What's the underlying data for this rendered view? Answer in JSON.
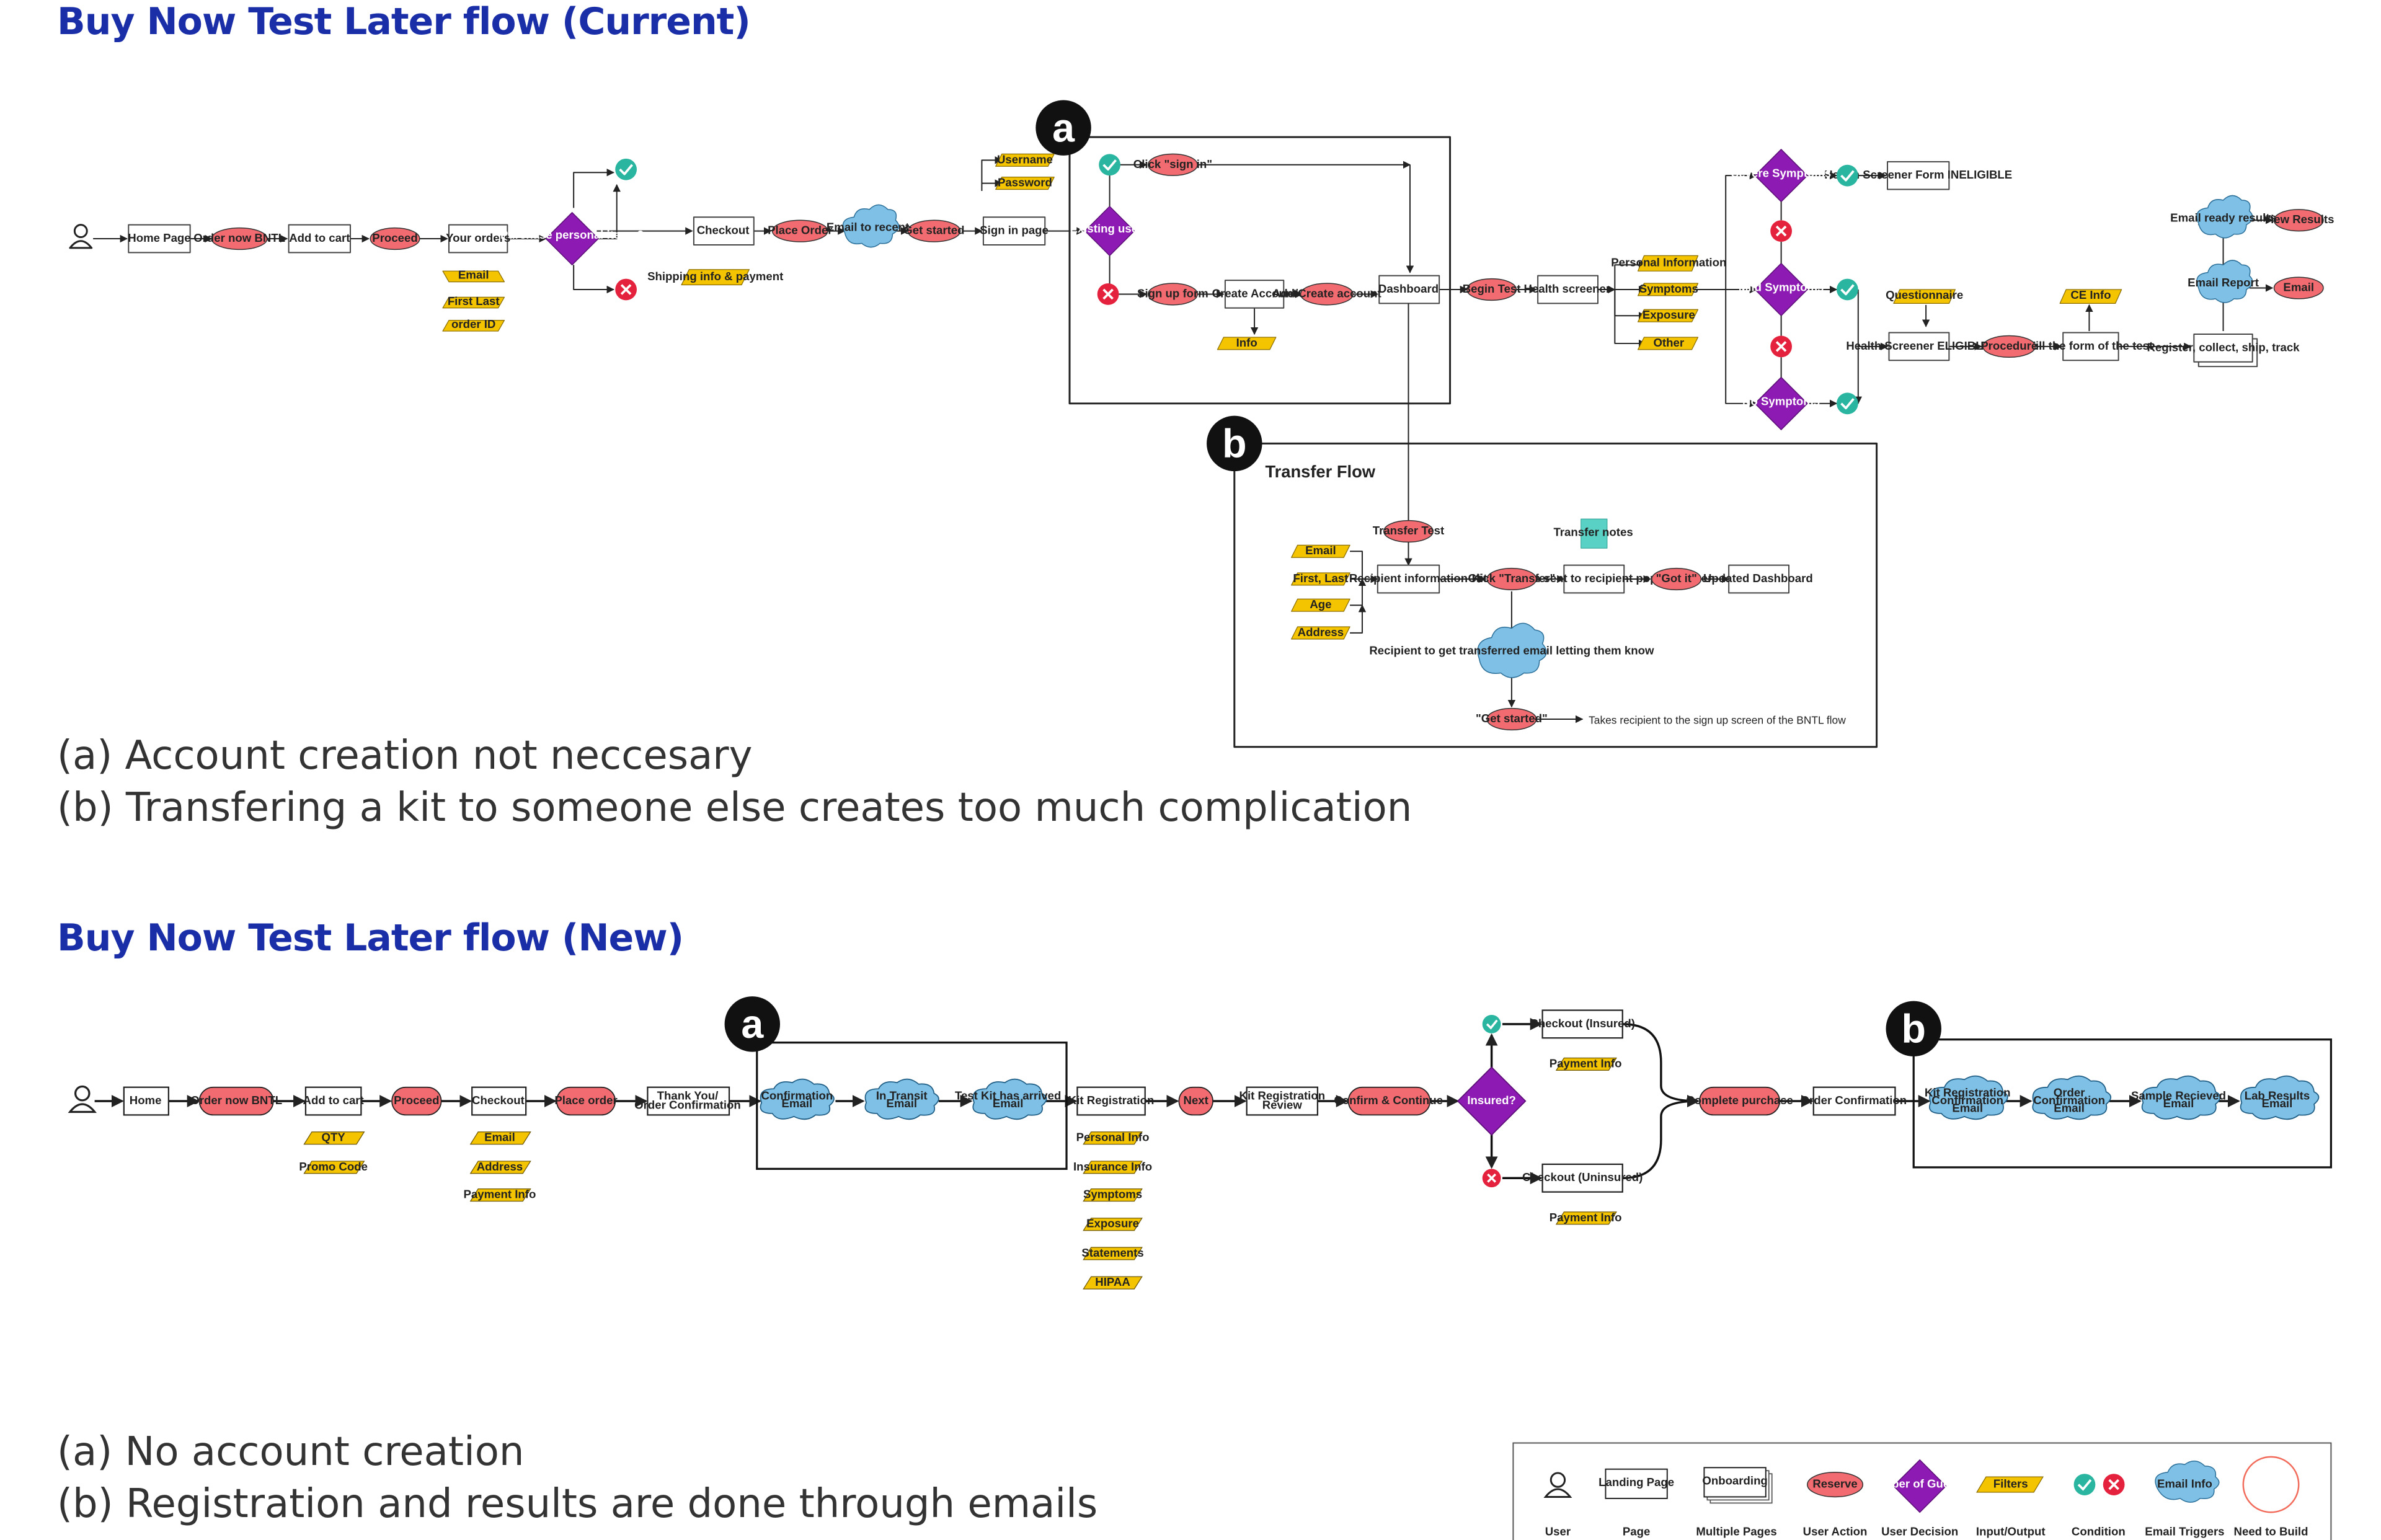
{
  "current": {
    "title": "Buy Now Test Later flow (Current)",
    "markers": {
      "a": "a",
      "b": "b"
    },
    "transfer_title": "Transfer Flow",
    "transfer_note": "Takes recipient to the sign up screen of the BNTL flow",
    "notes": [
      "(a) Account creation not neccesary",
      "(b) Transfering a kit to someone else creates too much complication"
    ],
    "nodes": {
      "home": "Home Page",
      "order_now": "Order now BNTL",
      "add_to_cart": "Add to cart",
      "proceed": "Proceed",
      "your_orders": "Your orders",
      "purchase_decision": "Purchase personal items?",
      "email": "Email",
      "first_last": "First Last",
      "order_id": "order ID",
      "checkout": "Checkout",
      "shipping": "Shipping info & payment",
      "place_order": "Place Order",
      "email_sent": "Email to recent",
      "get_started": "Get started",
      "sign_in": "Sign in page",
      "username": "Username",
      "password": "Password",
      "existing_user": "Existing user?",
      "click_sign_in": "Click \"sign in\"",
      "sign_up": "Sign up form",
      "create_account": "Create Account",
      "info": "Info",
      "add_account": "Add/Create account",
      "dashboard": "Dashboard",
      "begin_test": "Begin Test",
      "health_screener": "Health screener",
      "personal_info": "Personal Information",
      "symptoms": "Symptoms",
      "exposure": "Exposure",
      "other": "Other",
      "severe": "Severe Symptoms",
      "mild": "Mild Symptoms",
      "no_symptoms": "No Symptoms",
      "hs_ineligible": "Health Screener Form INELIGIBLE",
      "questionnaire": "Questionnaire",
      "hs_eligible": "Health Screener ELIGIBLE",
      "procedure": "Procedure",
      "ce_info": "CE Info",
      "fill_form": "Fill the form of the test",
      "register": "Register, collect, ship, track",
      "email_ready": "Email ready results",
      "view_results": "View Results",
      "email_report": "Email Report",
      "email_btn": "Email",
      "transfer_test": "Transfer Test",
      "recipient_info": "Recipient information",
      "t_email": "Email",
      "t_first_last": "First, Last",
      "t_age": "Age",
      "t_address": "Address",
      "click_transfer": "Click \"Transfer\"",
      "kit_popup": "Kit has been sent to recipient pop up screen",
      "sticky": "Transfer notes",
      "got_it": "\"Got it\"",
      "updated_dashboard": "Updated Dashboard",
      "recipient_email": "Recipient to get transferred email letting them know",
      "get_started_2": "\"Get started\""
    }
  },
  "new": {
    "title": "Buy Now Test Later flow (New)",
    "markers": {
      "a": "a",
      "b": "b"
    },
    "notes": [
      "(a) No account creation",
      "(b) Registration and results are done through emails"
    ],
    "nodes": {
      "home": "Home",
      "order_now": "Order now BNTL",
      "add_to_cart": "Add to cart",
      "proceed": "Proceed",
      "qty": "QTY",
      "promo": "Promo Code",
      "checkout": "Checkout",
      "email": "Email",
      "address": "Address",
      "payment_info": "Payment Info",
      "place_order": "Place order",
      "thank_you_1": "Thank You/",
      "thank_you_2": "Order Confirmation",
      "confirmation_email_1": "Confirmation",
      "confirmation_email_2": "Email",
      "in_transit_1": "In Transit",
      "in_transit_2": "Email",
      "kit_arrived_1": "Test Kit has arrived",
      "kit_arrived_2": "Email",
      "kit_registration": "Kit Registration",
      "personal_info": "Personal Info",
      "insurance_info": "Insurance Info",
      "symptoms": "Symptoms",
      "exposure": "Exposure",
      "statements": "Statements",
      "hippa": "HIPAA",
      "next": "Next",
      "review_1": "Kit Registration",
      "review_2": "Review",
      "confirm": "Confirm & Continue",
      "insured": "Insured?",
      "checkout_insured": "Checkout (Insured)",
      "payment_info_1": "Payment Info",
      "checkout_uninsured": "Checkout (Uninsured)",
      "payment_info_2": "Payment Info",
      "complete_purchase": "Complete purchase",
      "order_confirmation": "Order Confirmation",
      "kit_reg_email_1": "Kit Registration",
      "kit_reg_email_2": "Confirmation",
      "kit_reg_email_3": "Email",
      "order_conf_email_1": "Order",
      "order_conf_email_2": "Confirmation",
      "order_conf_email_3": "Email",
      "sample_email_1": "Sample Recieved",
      "sample_email_2": "Email",
      "lab_email_1": "Lab Results",
      "lab_email_2": "Email"
    }
  },
  "legend": {
    "items": [
      "User",
      "Page",
      "Multiple Pages",
      "User Action",
      "User Decision",
      "Input/Output",
      "Condition",
      "Email Triggers",
      "Need to Build"
    ],
    "samples": {
      "page": "Landing Page",
      "multi": "Onboarding",
      "action": "Reserve",
      "decision": "Number of Guests?",
      "io": "Filters",
      "email": "Email Info"
    }
  },
  "colors": {
    "heading": "#1a2ea8",
    "action": "#f26b70",
    "decision": "#8d1bb3",
    "io": "#f5c400",
    "cloud": "#7fc0e6",
    "check": "#2ab5a0",
    "cross": "#e4223d"
  }
}
